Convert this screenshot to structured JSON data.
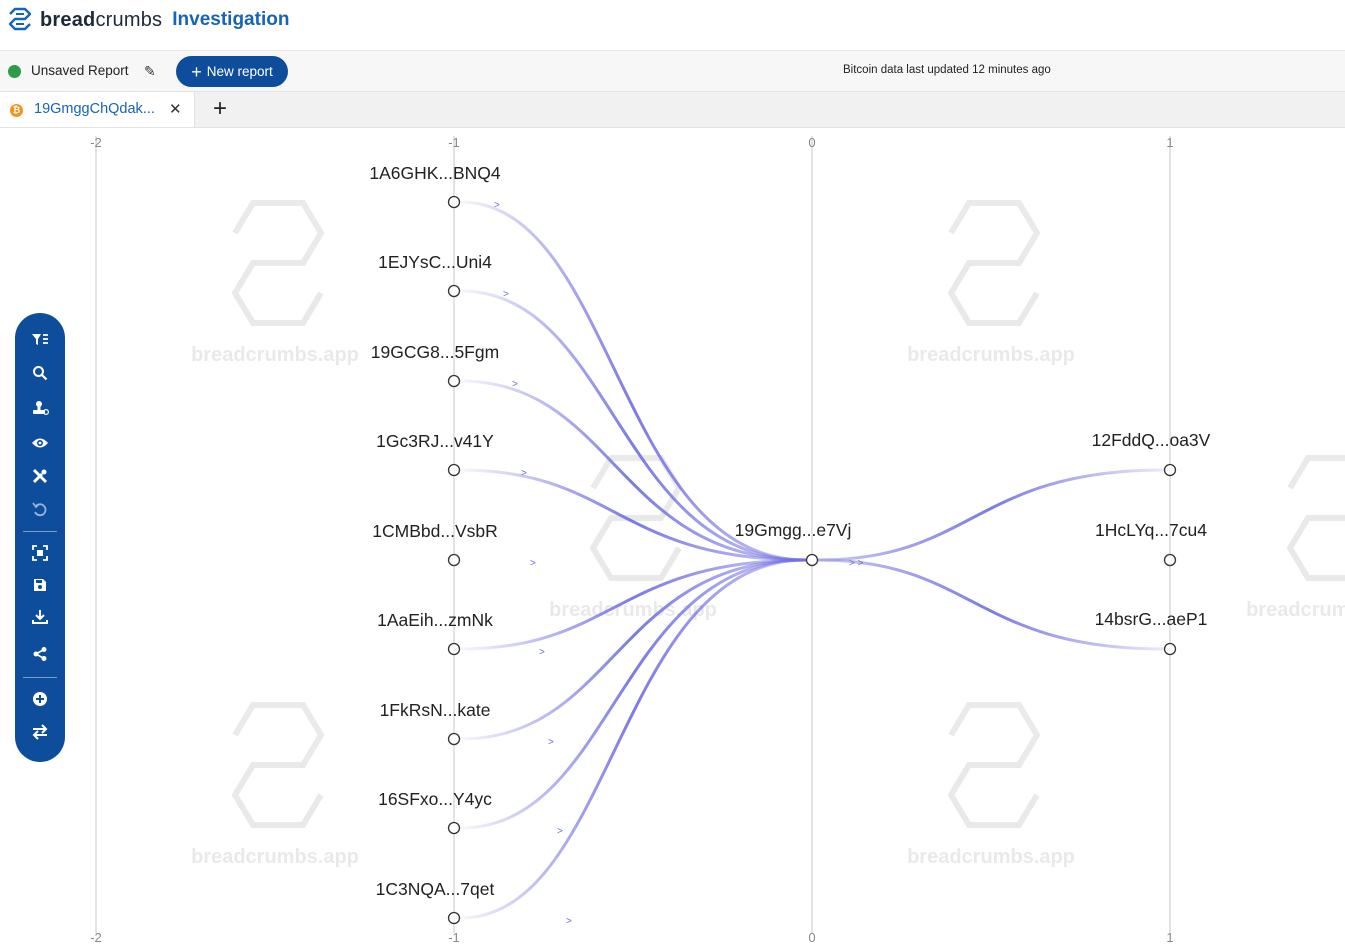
{
  "app": {
    "brand_bold": "bread",
    "brand_light": "crumbs",
    "product": "Investigation"
  },
  "report": {
    "name": "Unsaved Report",
    "new_button": "New report",
    "status": "Bitcoin data last updated 12 minutes ago"
  },
  "tabs": [
    {
      "label": "19GmggChQdak...",
      "coin": "bitcoin"
    }
  ],
  "graph": {
    "column_labels": [
      "-2",
      "-1",
      "0",
      "1"
    ],
    "watermark_text": "breadcrumbs.app",
    "center": {
      "label": "19Gmgg...e7Vj"
    },
    "inputs": [
      {
        "label": "1A6GHK...BNQ4"
      },
      {
        "label": "1EJYsC...Uni4"
      },
      {
        "label": "19GCG8...5Fgm"
      },
      {
        "label": "1Gc3RJ...v41Y"
      },
      {
        "label": "1CMBbd...VsbR"
      },
      {
        "label": "1AaEih...zmNk"
      },
      {
        "label": "1FkRsN...kate"
      },
      {
        "label": "16SFxo...Y4yc"
      },
      {
        "label": "1C3NQA...7qet"
      }
    ],
    "outputs": [
      {
        "label": "12FddQ...oa3V"
      },
      {
        "label": "1HcLYq...7cu4"
      },
      {
        "label": "14bsrG...aeP1"
      }
    ],
    "flow_color": "#6f6ce0",
    "node_color": "#333333"
  },
  "toolbar": {
    "items": [
      "filter-icon",
      "search-icon",
      "stamp-icon",
      "eye-icon",
      "tools-icon",
      "undo-icon",
      "focus-icon",
      "save-icon",
      "download-icon",
      "share-icon",
      "add-icon",
      "swap-icon"
    ]
  },
  "colors": {
    "primary": "#0e4d9c",
    "accent": "#1664b8",
    "bitcoin": "#f7931a",
    "status_green": "#2e9b47"
  }
}
